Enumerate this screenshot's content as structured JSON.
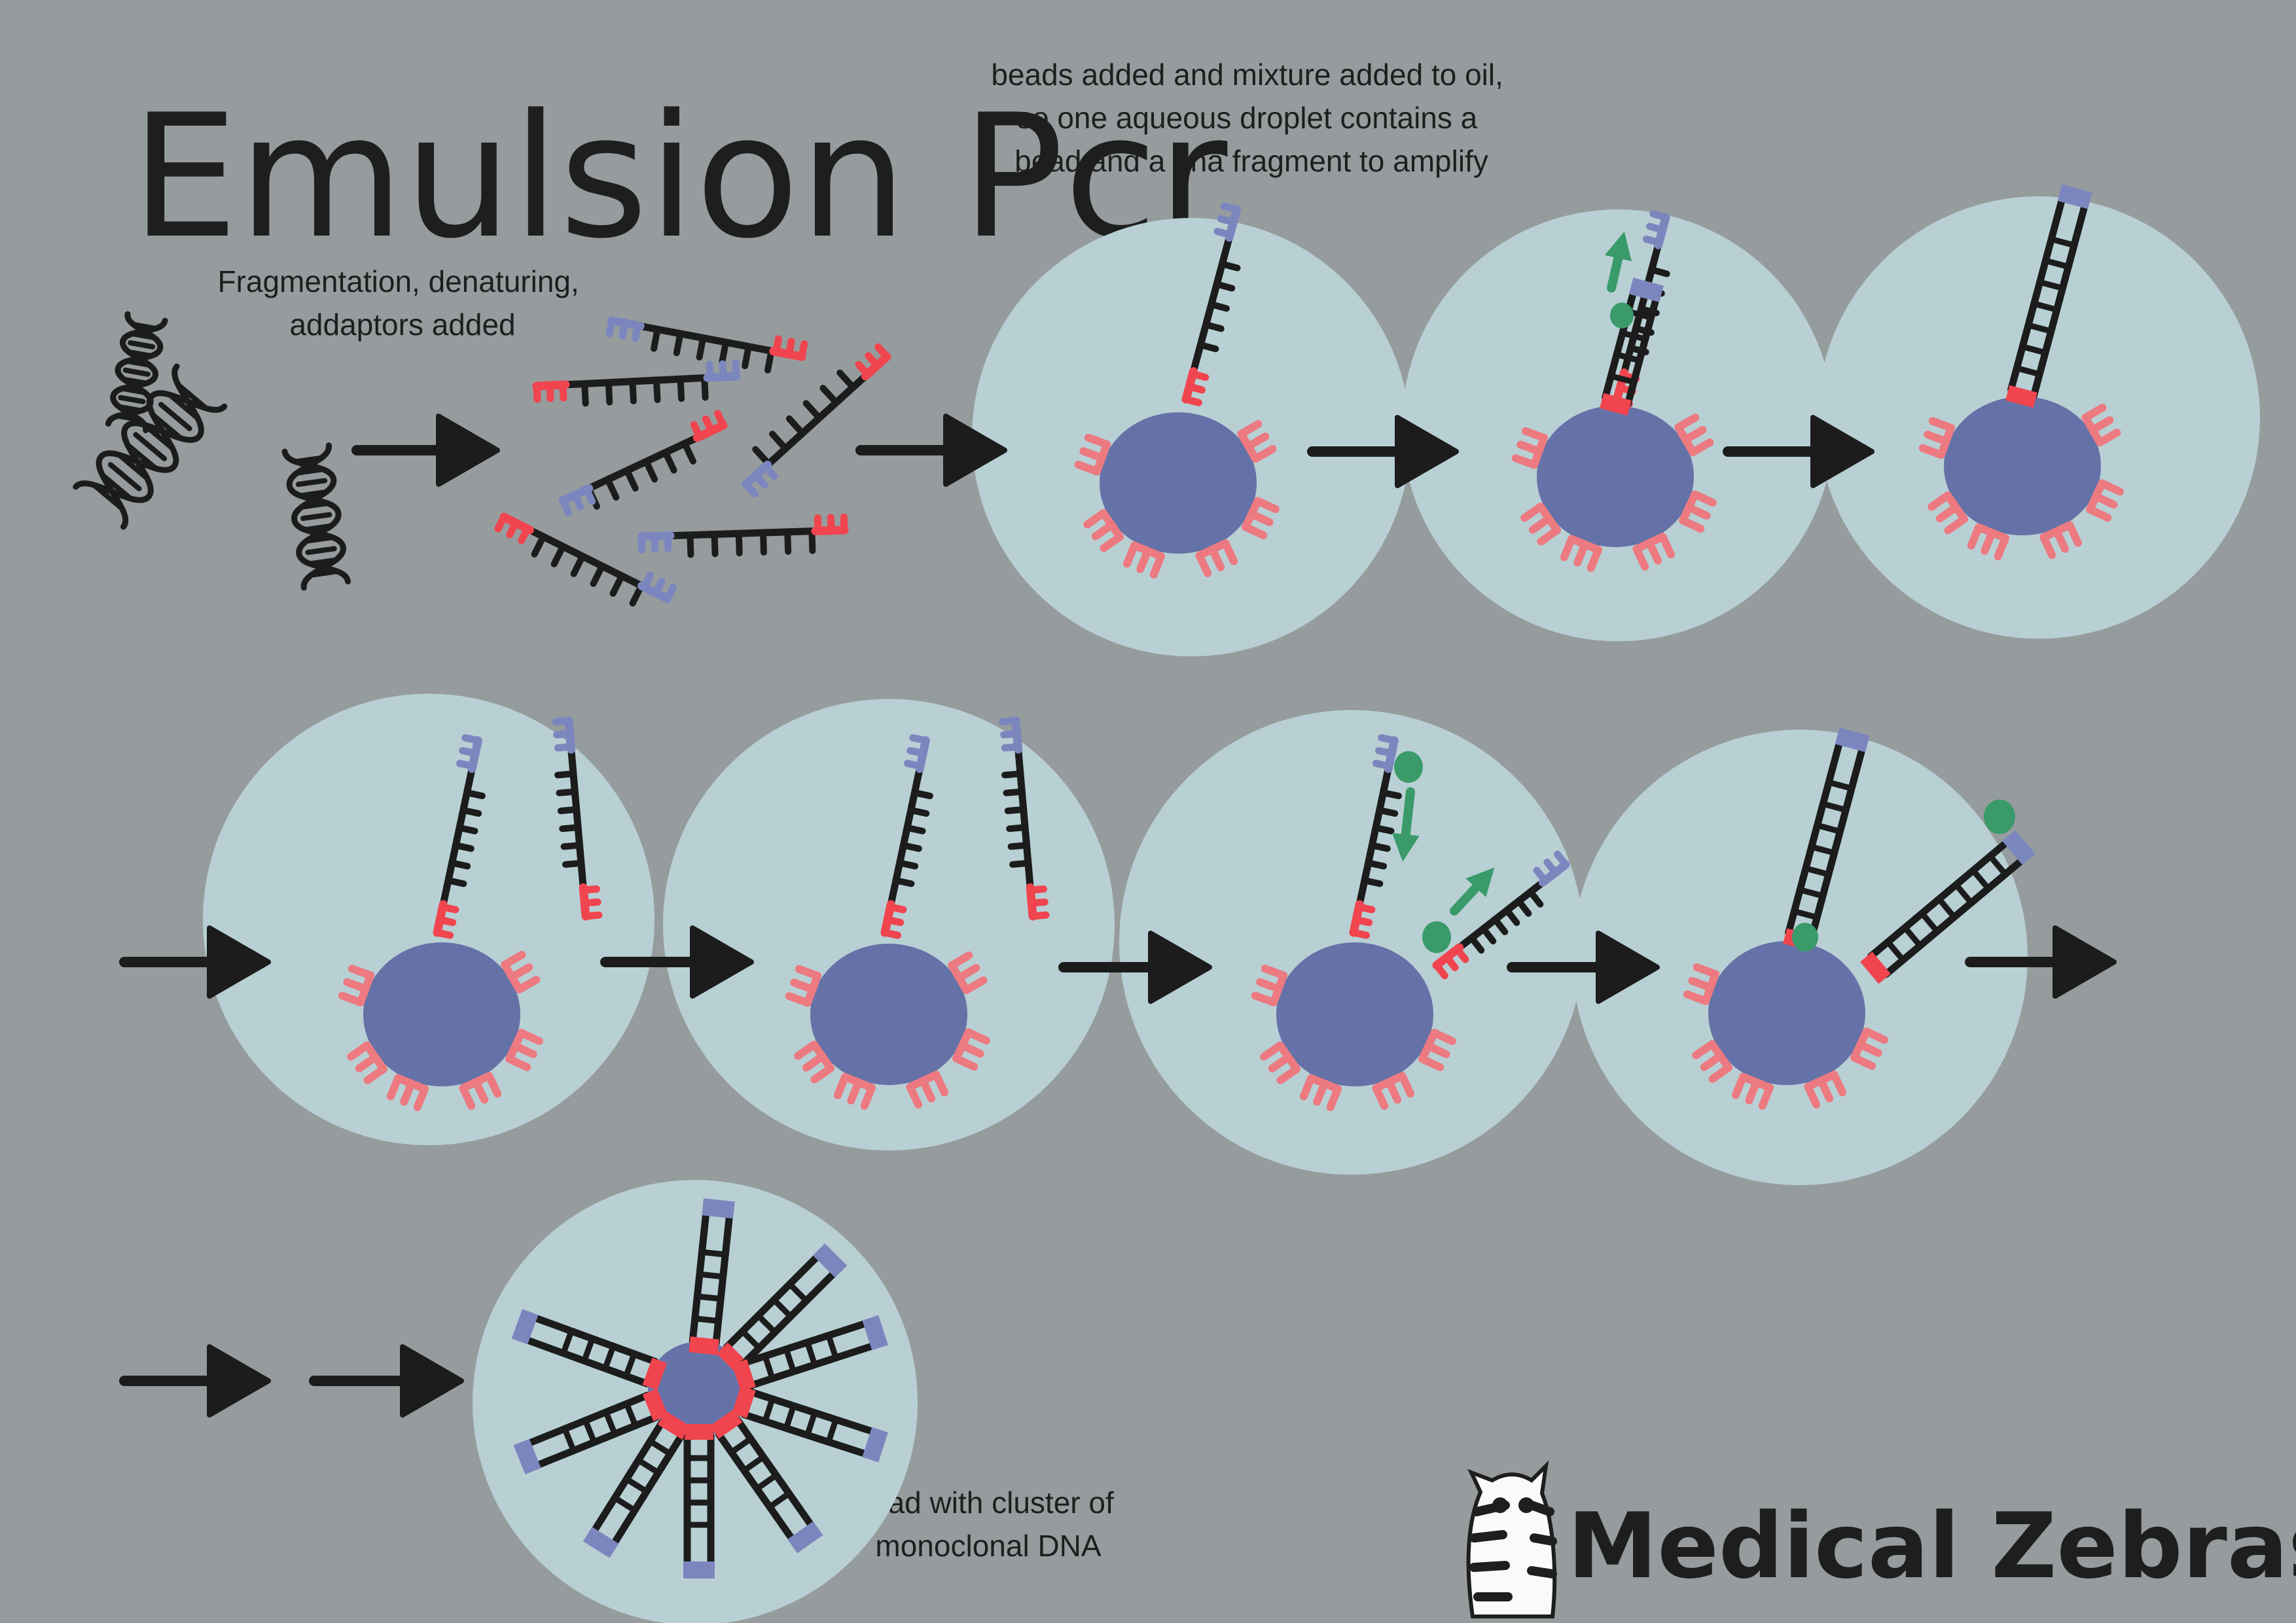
{
  "title": "Emulsion Pcr",
  "labels": {
    "step1": [
      "Fragmentation, denaturing,",
      "addaptors added"
    ],
    "step2": [
      "beads added and mixture added to oil,",
      "so one aqueous droplet contains a",
      "bead and a dna fragment to amplify"
    ],
    "final": [
      "bead with cluster of",
      "monoclonal DNA"
    ]
  },
  "brand": "Medical Zebras",
  "colors": {
    "background": "#969c9d",
    "droplet": "#b8d0d4",
    "bead": "#6472a8",
    "primer": "#ec7a80",
    "adaptor_red": "#f0454f",
    "adaptor_blue": "#7c86be",
    "strand": "#1c1c1c",
    "polymerase": "#3a9a6a"
  }
}
